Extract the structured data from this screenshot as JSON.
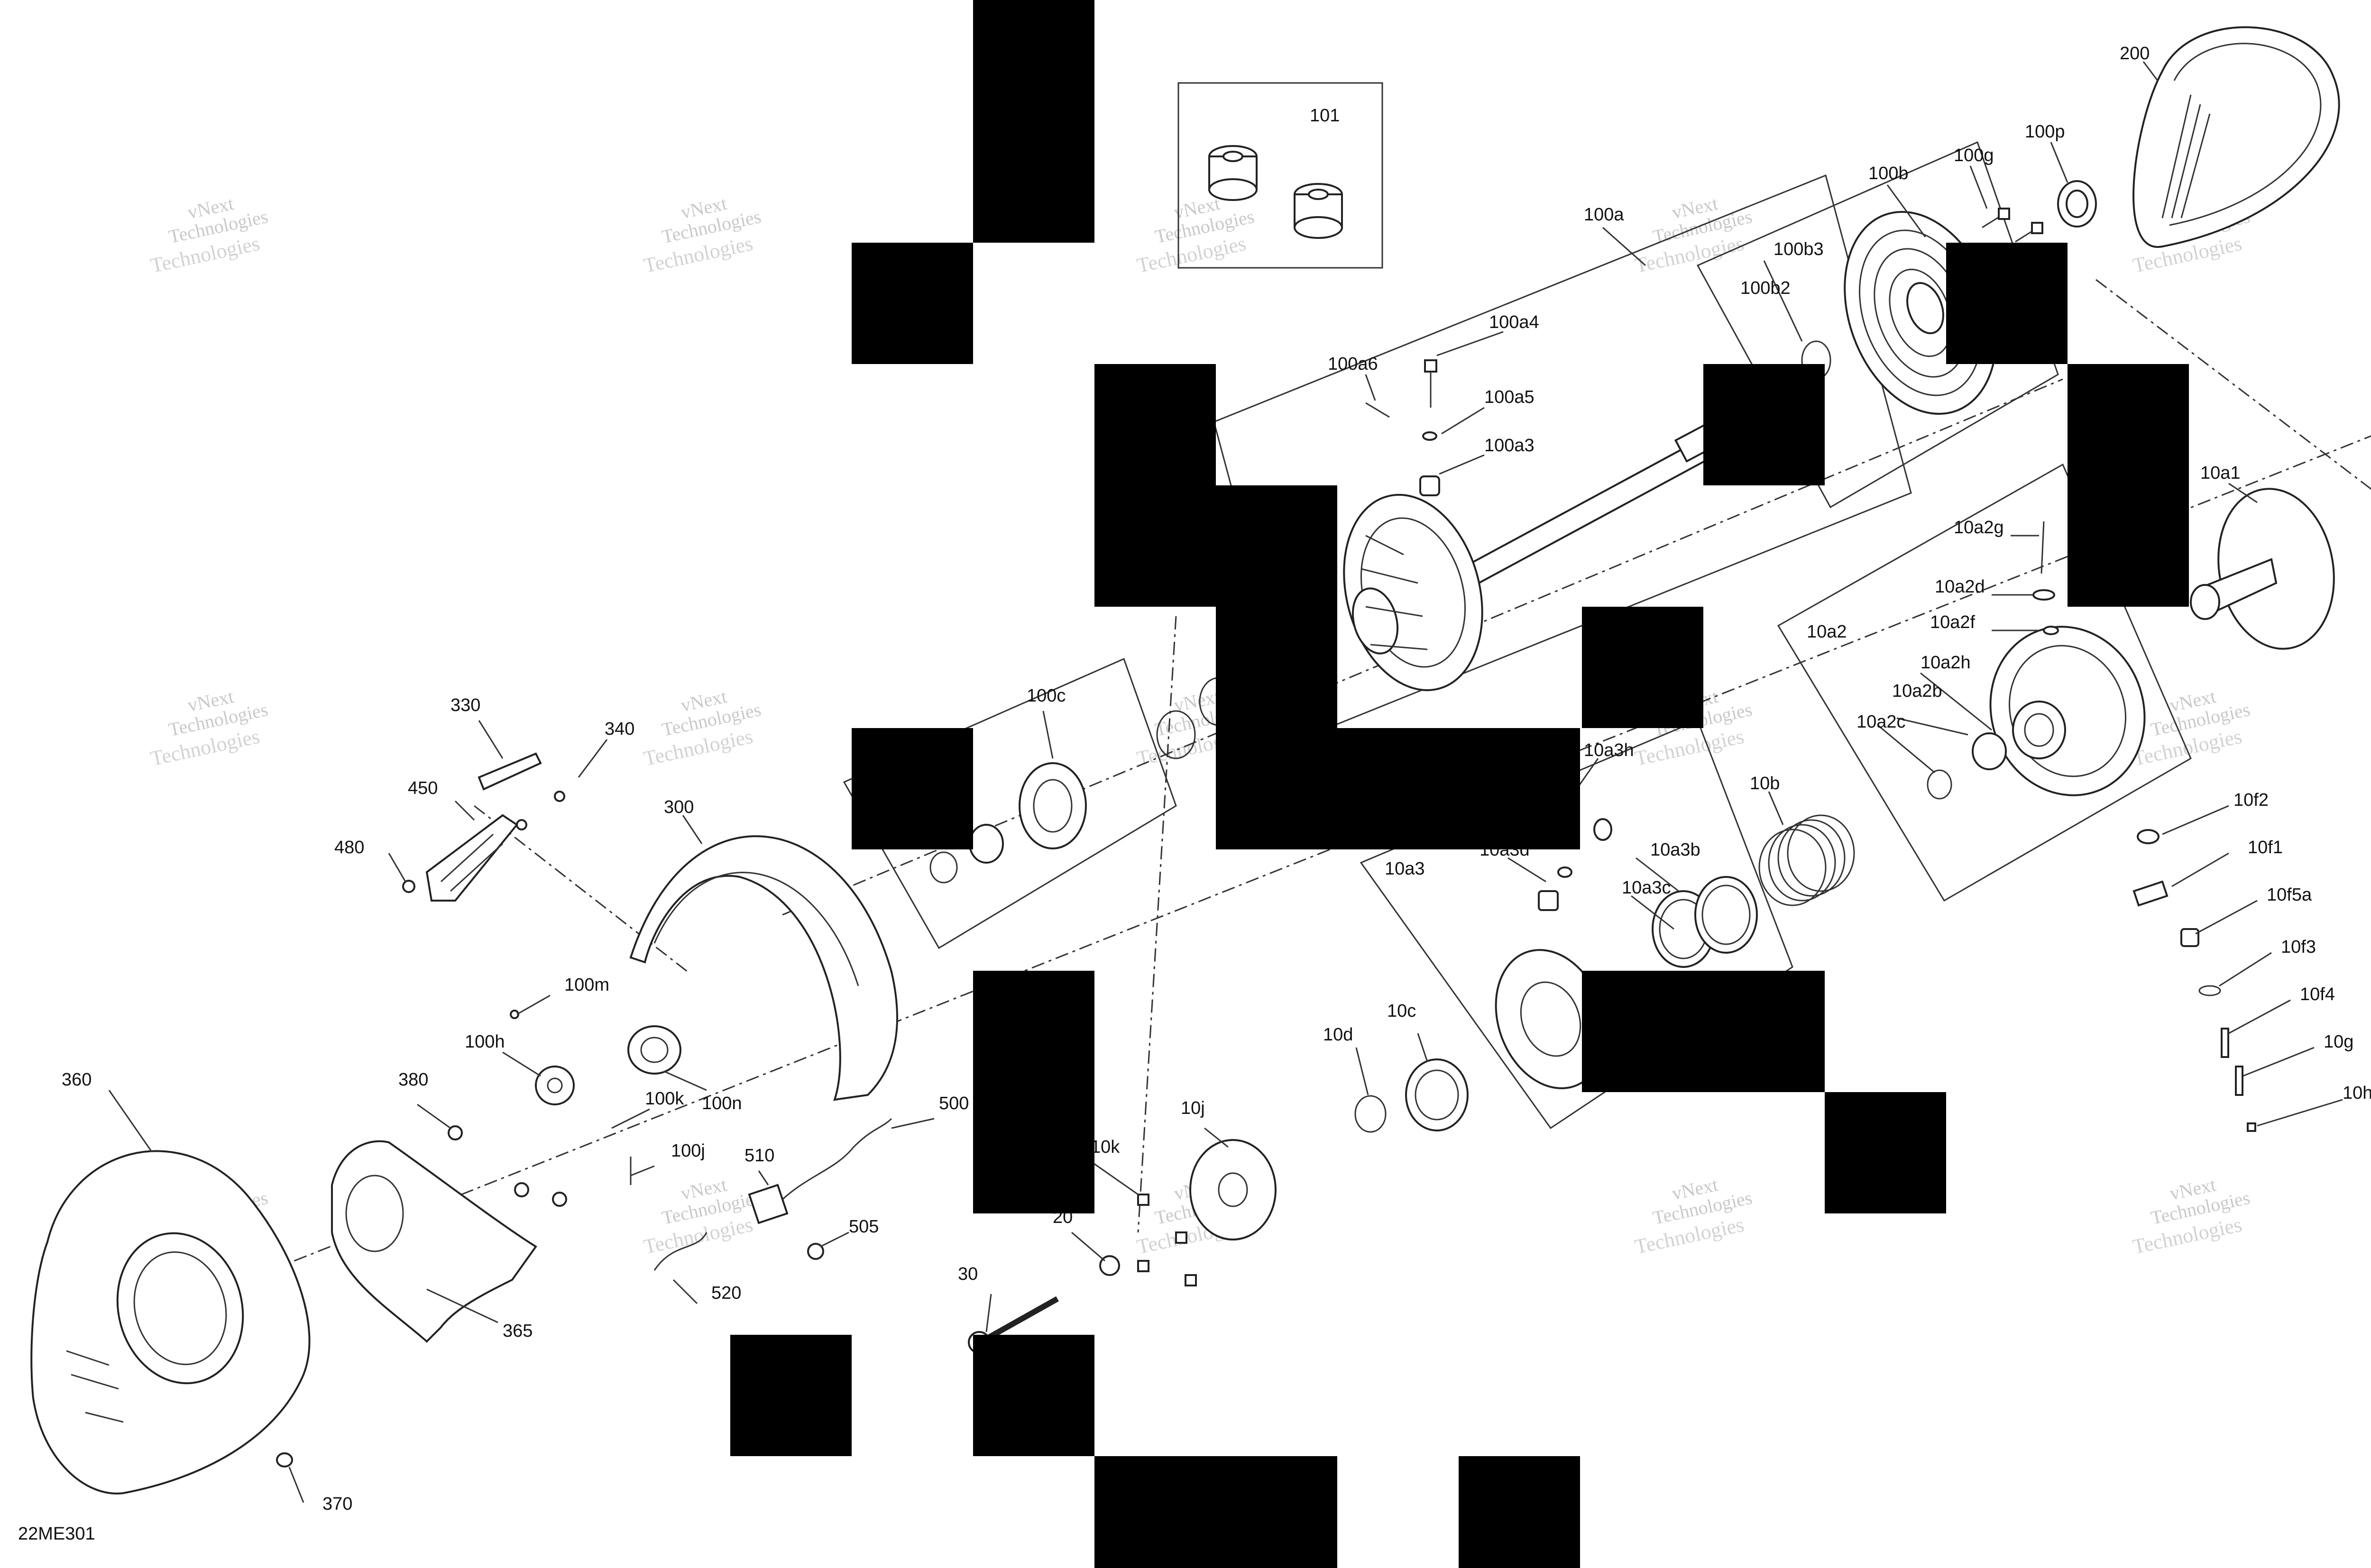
{
  "diagram": {
    "code": "22ME301",
    "watermark": [
      "vNext",
      "Technologies"
    ],
    "part_labels": [
      "101",
      "200",
      "100a",
      "100b",
      "100g",
      "100p",
      "100b3",
      "100b2",
      "100a4",
      "100a6",
      "100a5",
      "100a3",
      "10a1",
      "10a2g",
      "10a2d",
      "10a2f",
      "10a2",
      "10a2h",
      "10a2b",
      "10a2c",
      "100c",
      "330",
      "340",
      "450",
      "480",
      "300",
      "10a3h",
      "10b",
      "10a3d",
      "10a3",
      "10a3b",
      "10a3c",
      "10f2",
      "10f1",
      "10f5a",
      "10f3",
      "10f4",
      "10g",
      "10h",
      "100m",
      "100h",
      "100k",
      "100n",
      "100j",
      "380",
      "360",
      "365",
      "370",
      "510",
      "500",
      "505",
      "520",
      "10k",
      "10j",
      "20",
      "30",
      "10d",
      "10c"
    ]
  },
  "colors": {
    "ink": "#222222",
    "redaction": "#000000",
    "watermark": "#c9c9c9"
  }
}
